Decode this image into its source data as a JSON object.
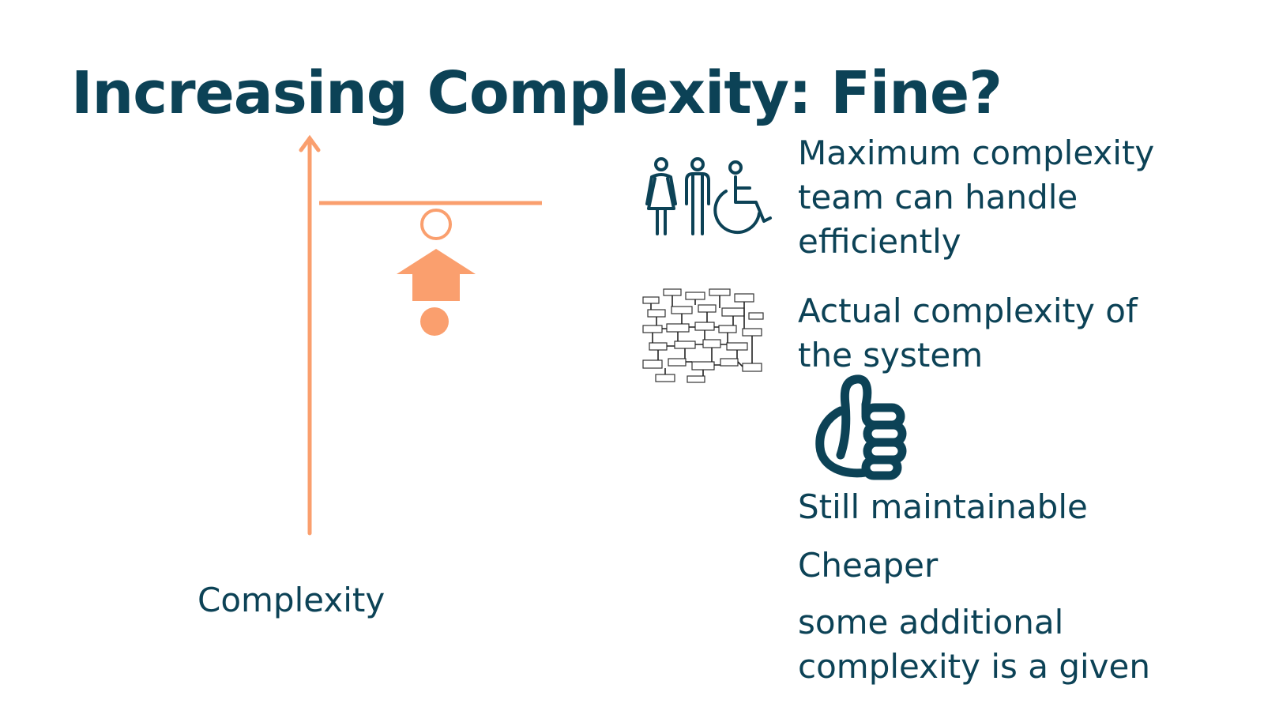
{
  "slide": {
    "title": "Increasing Complexity: Fine?",
    "axis_label": "Complexity"
  },
  "legend": {
    "team_max": [
      "Maximum complexity",
      "team can handle",
      "efficiently"
    ],
    "actual": [
      "Actual complexity of",
      "the system"
    ]
  },
  "points": {
    "maintainable": "Still maintainable",
    "cheaper": "Cheaper",
    "additional": [
      "some additional",
      "complexity is a given"
    ]
  },
  "colors": {
    "accent": "#fa9f6e",
    "text": "#0c4256"
  },
  "icons": {
    "team": "people-icon",
    "system": "system-diagram-icon",
    "approval": "thumbs-up-icon"
  }
}
